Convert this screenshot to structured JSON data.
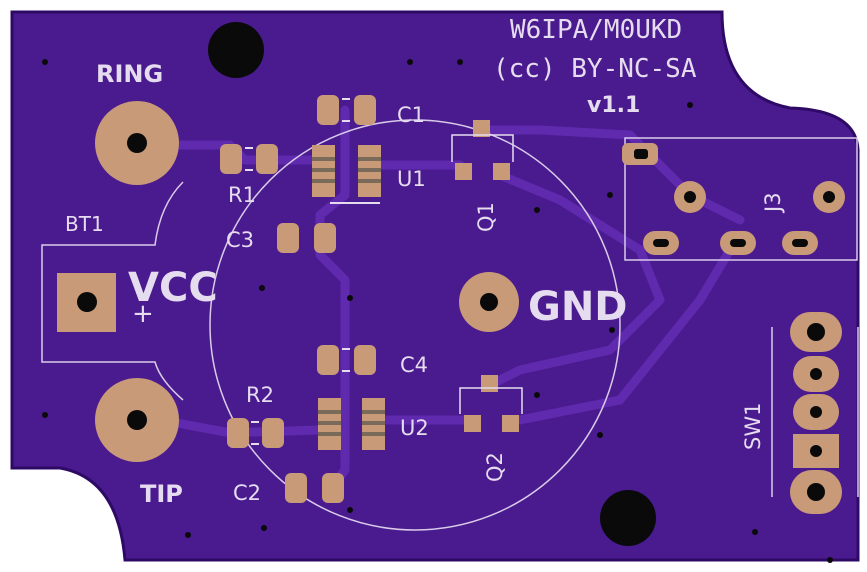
{
  "board": {
    "colors": {
      "background": "#ffffff",
      "solder_mask": "#4a1a8f",
      "board_edge": "#3a0d7a",
      "trace": "#5a24a6",
      "silkscreen": "#e6dcef",
      "pad": "#c89a78",
      "pad_dark": "#a67a5c",
      "drill": "#0a0a0a"
    },
    "header": {
      "line1": "W6IPA/M0UKD",
      "line2": "(cc) BY-NC-SA",
      "version": "v1.1"
    },
    "labels": {
      "ring": "RING",
      "tip": "TIP",
      "bt1": "BT1",
      "vcc": "VCC",
      "gnd": "GND",
      "plus": "+"
    },
    "references": {
      "r1": "R1",
      "r2": "R2",
      "c1": "C1",
      "c2": "C2",
      "c3": "C3",
      "c4": "C4",
      "u1": "U1",
      "u2": "U2",
      "q1": "Q1",
      "q2": "Q2",
      "j3": "J3",
      "sw1": "SW1"
    }
  }
}
